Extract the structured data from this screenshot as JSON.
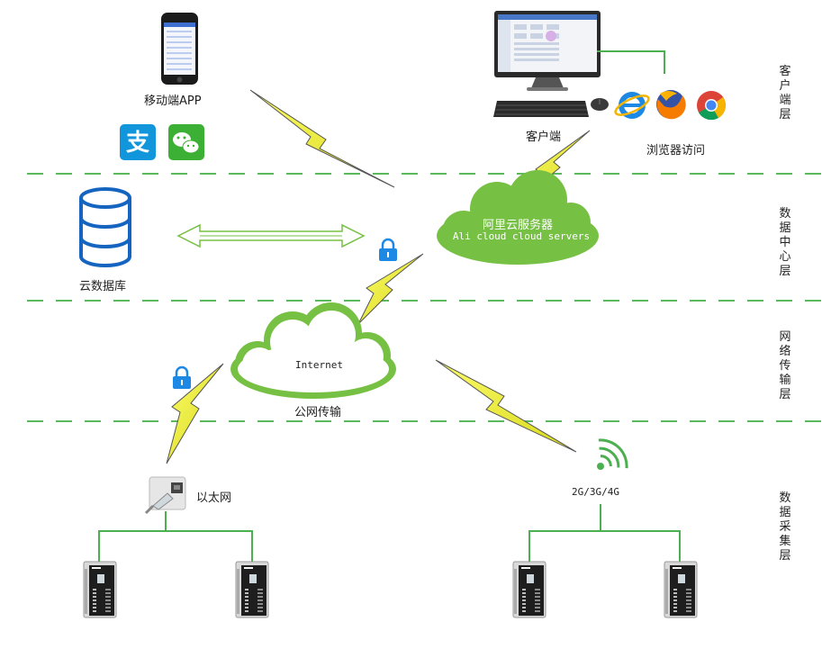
{
  "layers": [
    {
      "id": "client",
      "label": "客户端层"
    },
    {
      "id": "datacenter",
      "label": "数据中心层"
    },
    {
      "id": "network",
      "label": "网络传输层"
    },
    {
      "id": "acquisition",
      "label": "数据采集层"
    }
  ],
  "nodes": {
    "mobile_app": "移动端APP",
    "client": "客户端",
    "browser": "浏览器访问",
    "cloud_db": "云数据库",
    "ali_cloud_cn": "阿里云服务器",
    "ali_cloud_en": "Ali cloud  cloud servers",
    "internet": "Internet",
    "public_net": "公网传输",
    "ethernet": "以太网",
    "cellular": "2G/3G/4G"
  },
  "icons": {
    "phone": "smartphone-icon",
    "monitor": "desktop-monitor-icon",
    "keyboard": "keyboard-icon",
    "mouse": "mouse-icon",
    "ie": "internet-explorer-icon",
    "firefox": "firefox-icon",
    "chrome": "chrome-icon",
    "alipay": "alipay-icon",
    "wechat": "wechat-icon",
    "database": "database-icon",
    "lock": "padlock-icon",
    "ethernet": "ethernet-port-icon",
    "wifi": "wireless-signal-icon",
    "device": "acquisition-device-icon"
  },
  "colors": {
    "green": "#76c043",
    "dash": "#5cb85c",
    "bolt": "#e8e82a",
    "lock": "#1e88e5",
    "line": "#4caf50"
  }
}
